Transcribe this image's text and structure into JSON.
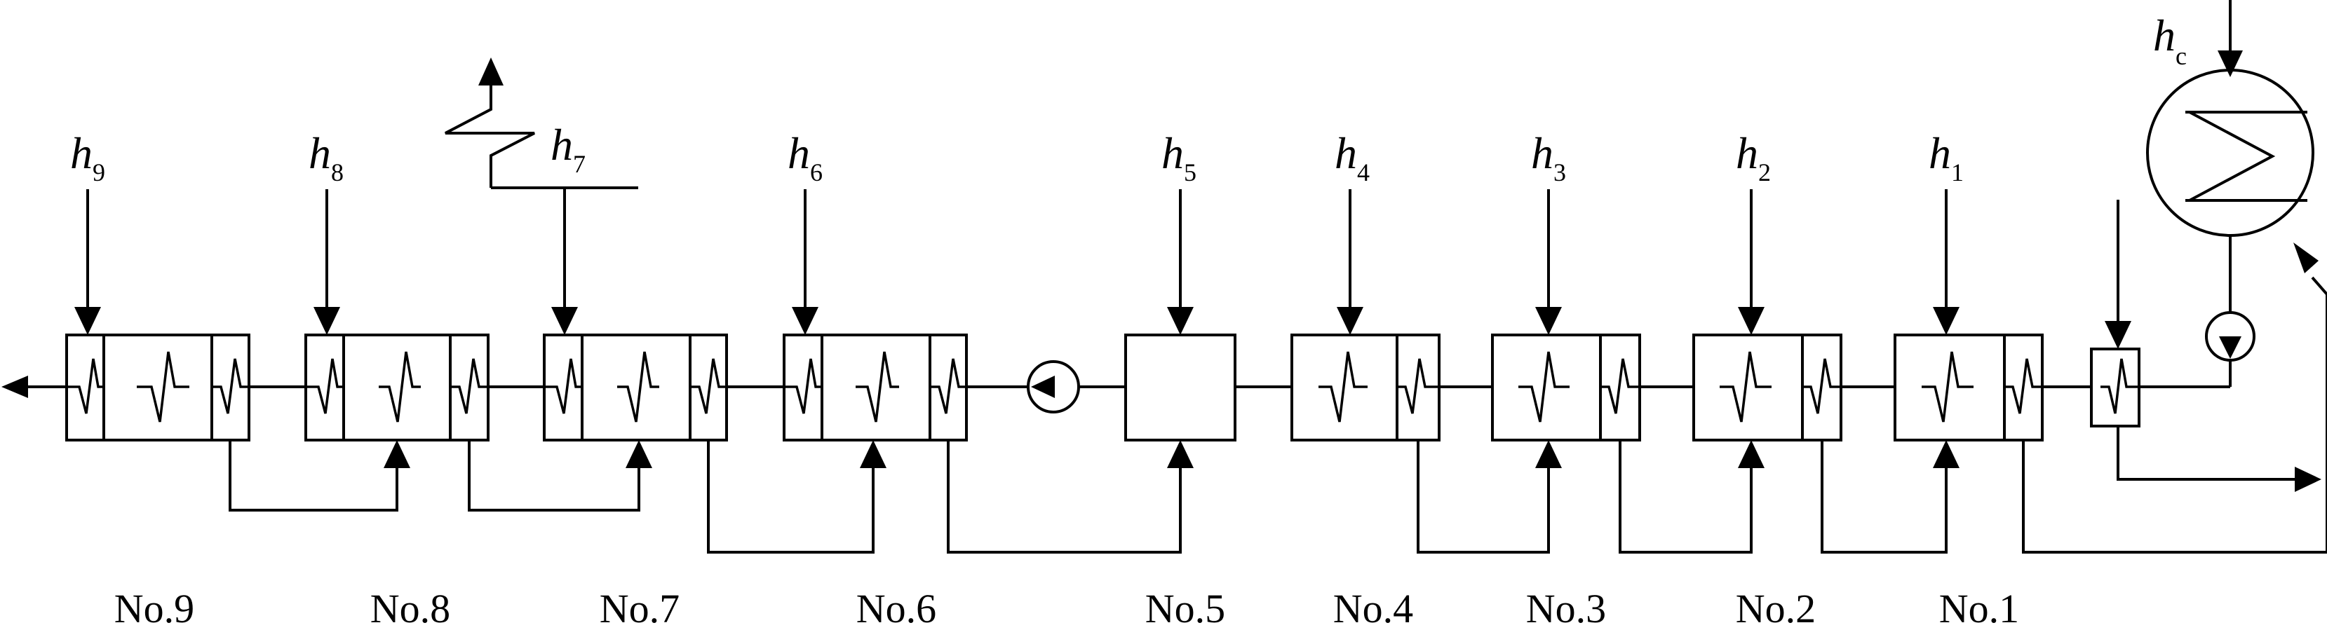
{
  "heaters": [
    {
      "id": "No.9",
      "h": "h",
      "sub": "9"
    },
    {
      "id": "No.8",
      "h": "h",
      "sub": "8"
    },
    {
      "id": "No.7",
      "h": "h",
      "sub": "7"
    },
    {
      "id": "No.6",
      "h": "h",
      "sub": "6"
    },
    {
      "id": "No.5",
      "h": "h",
      "sub": "5"
    },
    {
      "id": "No.4",
      "h": "h",
      "sub": "4"
    },
    {
      "id": "No.3",
      "h": "h",
      "sub": "3"
    },
    {
      "id": "No.2",
      "h": "h",
      "sub": "2"
    },
    {
      "id": "No.1",
      "h": "h",
      "sub": "1"
    }
  ],
  "condenser": {
    "h": "h",
    "sub": "c"
  }
}
